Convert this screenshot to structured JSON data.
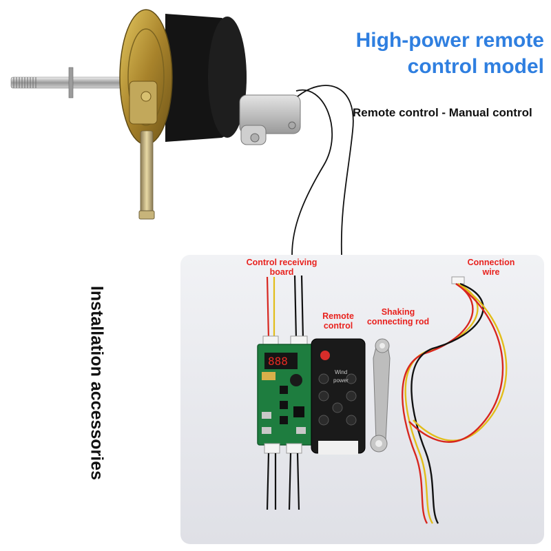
{
  "header": {
    "title_line1": "High-power remote",
    "title_line2": "control model",
    "subtitle": "Remote control - Manual control"
  },
  "side_label": "Installation accessories",
  "accessories": {
    "receiver_board_line1": "Control receiving",
    "receiver_board_line2": "board",
    "remote_line1": "Remote",
    "remote_line2": "control",
    "rod_line1": "Shaking",
    "rod_line2": "connecting rod",
    "wire_line1": "Connection",
    "wire_line2": "wire"
  },
  "remote_marks": {
    "line1": "Wind",
    "line2": "power"
  },
  "colors": {
    "title": "#2f7fe0",
    "label_red": "#e8221e",
    "panel_bg": "#e9eaef",
    "motor_gold": "#b99a3a",
    "motor_black": "#141414",
    "pcb_green": "#1e7d3f",
    "remote_body": "#1a1a1a"
  }
}
